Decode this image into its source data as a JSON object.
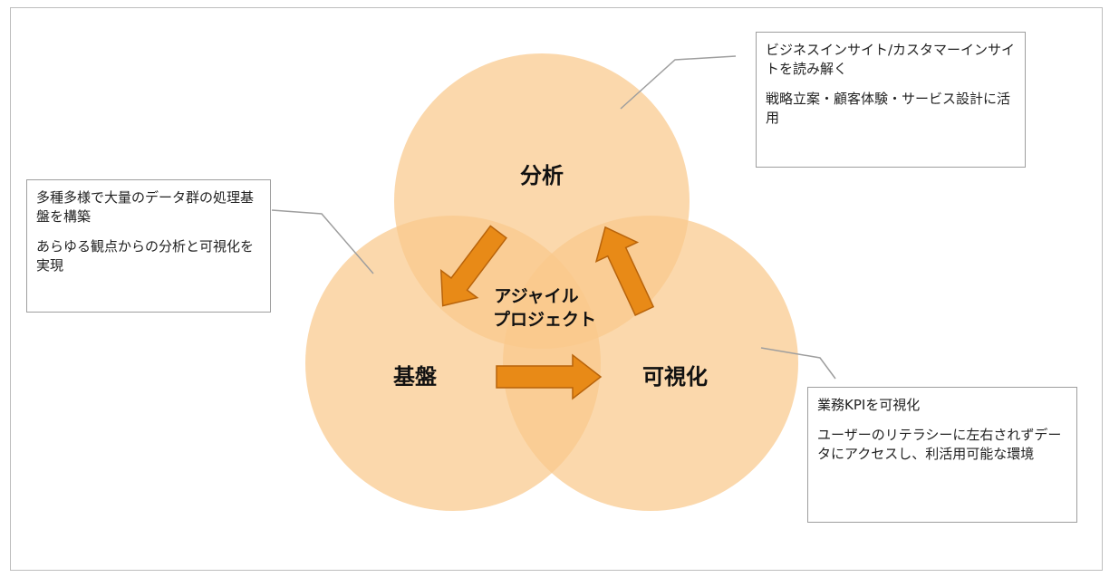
{
  "circles": {
    "top": "分析",
    "left": "基盤",
    "right": "可視化"
  },
  "center": {
    "line1": "アジャイル",
    "line2": "プロジェクト"
  },
  "notes": {
    "top_right": {
      "line1": "ビジネスインサイト/カスタマーインサイトを読み解く",
      "line2": "戦略立案・顧客体験・サービス設計に活用"
    },
    "left": {
      "line1": "多種多様で大量のデータ群の処理基盤を構築",
      "line2": "あらゆる観点からの分析と可視化を実現"
    },
    "bottom_right": {
      "line1": "業務KPIを可視化",
      "line2": "ユーザーのリテラシーに左右されずデータにアクセスし、利活用可能な環境"
    }
  },
  "colors": {
    "circle_fill": "#f9c98c",
    "arrow_fill": "#e88a17",
    "arrow_stroke": "#b8630a",
    "connector": "#9e9e9e"
  }
}
